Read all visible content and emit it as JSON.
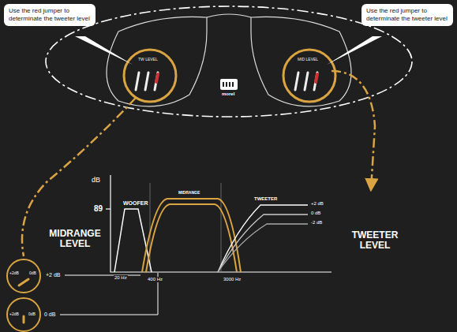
{
  "diagram": {
    "nodes": [
      {
        "text": [
          "Use the red jumper to determinate the tweeter level"
        ]
      },
      {
        "text": [
          "Use the red jumper to determinate the tweeter level"
        ]
      }
    ],
    "labels": [
      "TW LEVEL",
      "morel",
      "MID LEVEL",
      "dB",
      "89",
      "WOOFER",
      "MIDRANGE",
      "TWEETER",
      "+2 dB",
      "0 dB",
      "-2 dB",
      "MIDRANGE LEVEL",
      "TWEETER LEVEL",
      "20 Hz",
      "400 Hz",
      "3000 Hz",
      "+2dB",
      "0dB",
      "+2 dB",
      "+2dB",
      "0dB",
      "0 dB"
    ]
  }
}
